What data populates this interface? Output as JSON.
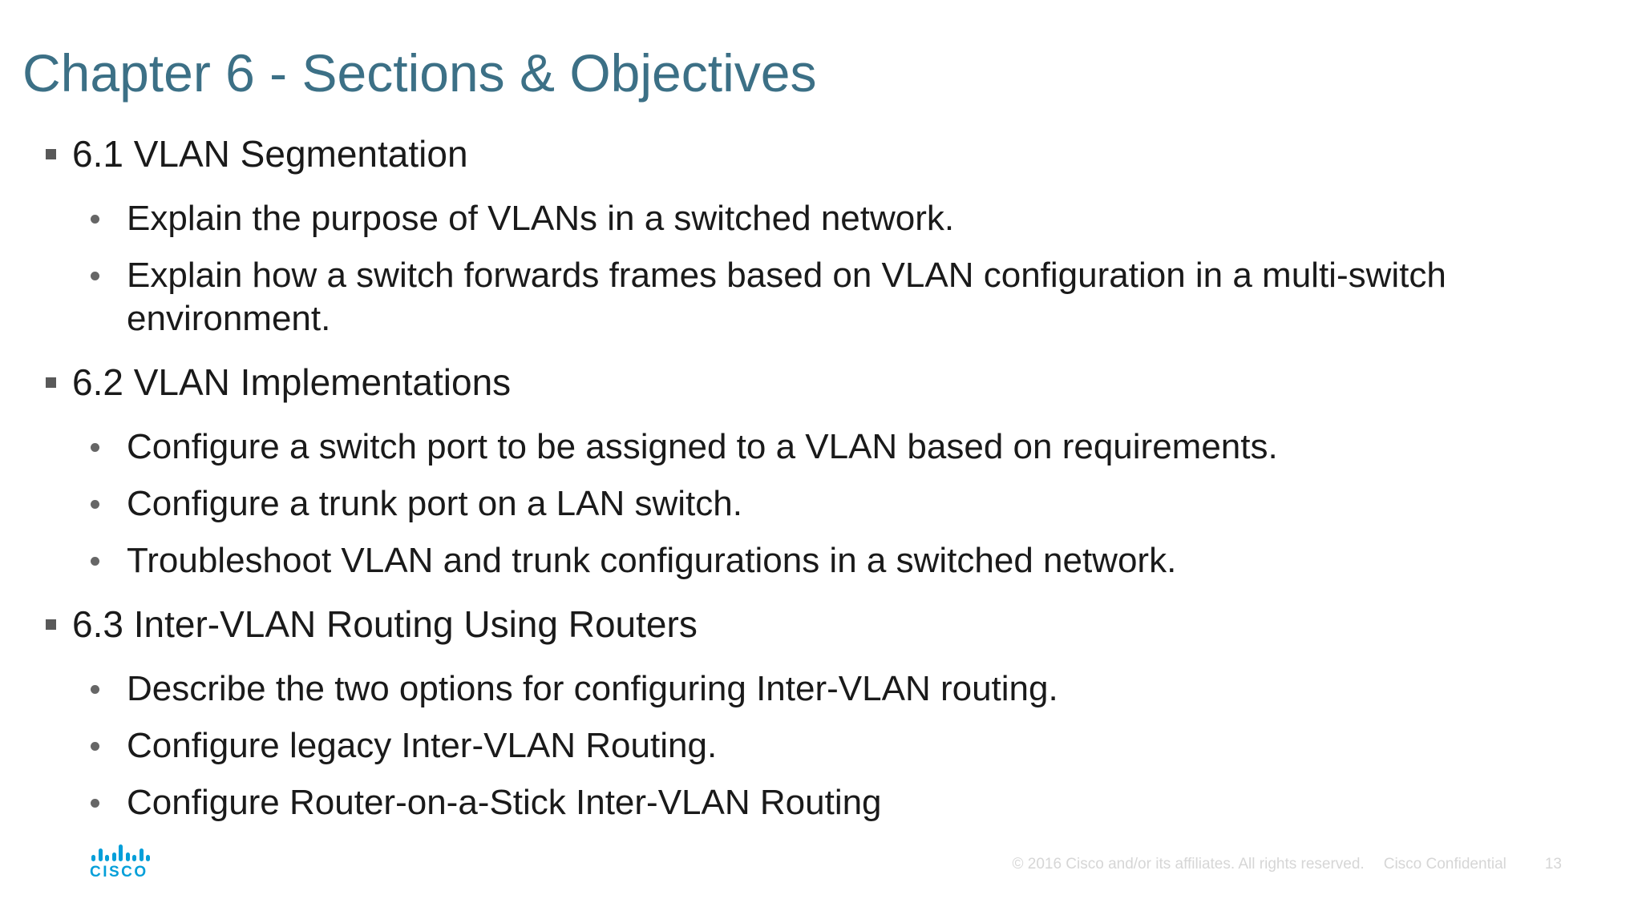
{
  "slide": {
    "title": "Chapter 6 - Sections & Objectives",
    "sections": [
      {
        "heading": "6.1 VLAN Segmentation",
        "objectives": [
          "Explain the purpose of VLANs in a switched network.",
          "Explain how a switch forwards frames based on VLAN configuration in a multi-switch environment."
        ]
      },
      {
        "heading": "6.2 VLAN Implementations",
        "objectives": [
          "Configure a switch port to be assigned to a VLAN based on requirements.",
          "Configure a trunk port on a LAN switch.",
          "Troubleshoot VLAN and trunk configurations in a switched network."
        ]
      },
      {
        "heading": "6.3 Inter-VLAN Routing Using Routers",
        "objectives": [
          "Describe the two options for configuring Inter-VLAN routing.",
          "Configure legacy Inter-VLAN Routing.",
          "Configure Router-on-a-Stick Inter-VLAN Routing"
        ]
      }
    ]
  },
  "footer": {
    "copyright": "© 2016  Cisco and/or its affiliates. All rights reserved.",
    "confidential": "Cisco Confidential",
    "page_number": "13",
    "logo_text": "CISCO"
  },
  "colors": {
    "title": "#3C7086",
    "cisco_blue": "#049FD9",
    "footer_text": "#D6D6D6",
    "body_text": "#1A1A1A",
    "bullet_square": "#595959",
    "bullet_dot": "#666666"
  }
}
